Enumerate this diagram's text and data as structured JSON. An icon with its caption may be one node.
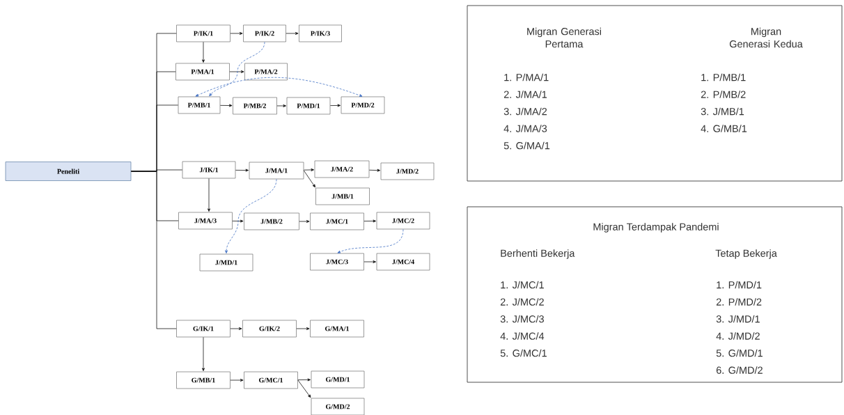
{
  "diagram": {
    "nodes": [
      {
        "text": [
          "Peneliti"
        ]
      },
      {
        "text": [
          "P/IK/1"
        ]
      },
      {
        "text": [
          "P/IK/2"
        ]
      },
      {
        "text": [
          "P/IK/3"
        ]
      },
      {
        "text": [
          "P/MA/1"
        ]
      },
      {
        "text": [
          "P/MA/2"
        ]
      },
      {
        "text": [
          "P/MB/1"
        ]
      },
      {
        "text": [
          "P/MB/2"
        ]
      },
      {
        "text": [
          "P/MD/1"
        ]
      },
      {
        "text": [
          "P/MD/2"
        ]
      },
      {
        "text": [
          "J/IK/1"
        ]
      },
      {
        "text": [
          "J/MA/1"
        ]
      },
      {
        "text": [
          "J/MA/2"
        ]
      },
      {
        "text": [
          "J/MD/2"
        ]
      },
      {
        "text": [
          "J/MB/1"
        ]
      },
      {
        "text": [
          "J/MA/3"
        ]
      },
      {
        "text": [
          "J/MB/2"
        ]
      },
      {
        "text": [
          "J/MC/1"
        ]
      },
      {
        "text": [
          "J/MC/2"
        ]
      },
      {
        "text": [
          "J/MD/1"
        ]
      },
      {
        "text": [
          "J/MC/3"
        ]
      },
      {
        "text": [
          "J/MC/4"
        ]
      },
      {
        "text": [
          "G/IK/1"
        ]
      },
      {
        "text": [
          "G/IK/2"
        ]
      },
      {
        "text": [
          "G/MA/1"
        ]
      },
      {
        "text": [
          "G/MB/1"
        ]
      },
      {
        "text": [
          "G/MC/1"
        ]
      },
      {
        "text": [
          "G/MD/1"
        ]
      },
      {
        "text": [
          "G/MD/2"
        ]
      },
      {
        "text": [
          "Migran Generasi Pertama",
          "1. P/MA/1",
          "2. J/MA/1",
          "3. J/MA/2",
          "4. J/MA/3",
          "5. G/MA/1",
          "Migran Generasi Kedua",
          "1. P/MB/1",
          "2. P/MB/2",
          "3. J/MB/1",
          "4. G/MB/1"
        ]
      },
      {
        "text": [
          "Migran Terdampak Pandemi",
          "Berhenti Bekerja",
          "1. J/MC/1",
          "2. J/MC/2",
          "3. J/MC/3",
          "4. J/MC/4",
          "5. G/MC/1",
          "Tetap Bekerja",
          "1. P/MD/1",
          "2. P/MD/2",
          "3. J/MD/1",
          "4. J/MD/2",
          "5. G/MD/1",
          "6. G/MD/2"
        ]
      }
    ],
    "edges": [
      {
        "from": 0,
        "to": 1,
        "arrow": "none"
      },
      {
        "from": 0,
        "to": 4,
        "arrow": "none"
      },
      {
        "from": 0,
        "to": 6,
        "arrow": "none"
      },
      {
        "from": 0,
        "to": 10,
        "arrow": "none"
      },
      {
        "from": 0,
        "to": 15,
        "arrow": "none"
      },
      {
        "from": 0,
        "to": 22,
        "arrow": "none"
      },
      {
        "from": 1,
        "to": 2,
        "arrow": "to"
      },
      {
        "from": 2,
        "to": 3,
        "arrow": "to"
      },
      {
        "from": 1,
        "to": 4,
        "arrow": "to"
      },
      {
        "from": 4,
        "to": 5,
        "arrow": "to"
      },
      {
        "from": 6,
        "to": 7,
        "arrow": "to"
      },
      {
        "from": 7,
        "to": 8,
        "arrow": "to"
      },
      {
        "from": 8,
        "to": 9,
        "arrow": "to"
      },
      {
        "from": 2,
        "to": 6,
        "arrow": "to",
        "style": "dashed",
        "color": "#4472c4"
      },
      {
        "from": 6,
        "to": 9,
        "arrow": "both",
        "style": "dashed",
        "color": "#4472c4"
      },
      {
        "from": 10,
        "to": 11,
        "arrow": "to"
      },
      {
        "from": 11,
        "to": 12,
        "arrow": "to"
      },
      {
        "from": 12,
        "to": 13,
        "arrow": "to"
      },
      {
        "from": 11,
        "to": 14,
        "arrow": "to"
      },
      {
        "from": 10,
        "to": 15,
        "arrow": "to"
      },
      {
        "from": 15,
        "to": 16,
        "arrow": "to"
      },
      {
        "from": 16,
        "to": 17,
        "arrow": "to"
      },
      {
        "from": 17,
        "to": 18,
        "arrow": "to"
      },
      {
        "from": 11,
        "to": 19,
        "arrow": "to",
        "style": "dashed",
        "color": "#4472c4"
      },
      {
        "from": 18,
        "to": 20,
        "arrow": "to",
        "style": "dashed",
        "color": "#4472c4"
      },
      {
        "from": 20,
        "to": 21,
        "arrow": "to"
      },
      {
        "from": 22,
        "to": 23,
        "arrow": "to"
      },
      {
        "from": 23,
        "to": 24,
        "arrow": "to"
      },
      {
        "from": 22,
        "to": 25,
        "arrow": "to"
      },
      {
        "from": 25,
        "to": 26,
        "arrow": "to"
      },
      {
        "from": 26,
        "to": 27,
        "arrow": "to"
      },
      {
        "from": 26,
        "to": 28,
        "arrow": "to"
      }
    ]
  }
}
